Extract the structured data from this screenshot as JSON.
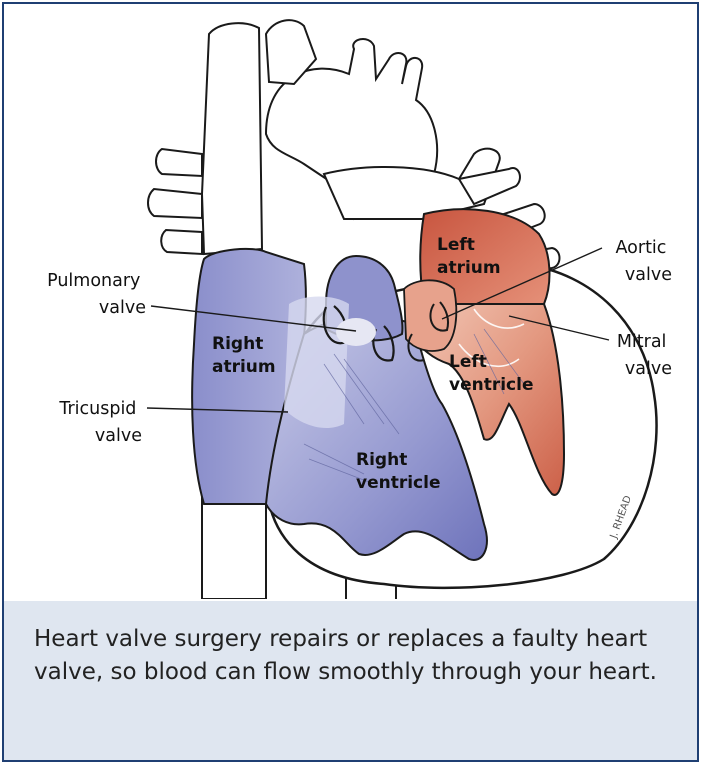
{
  "labels": {
    "pulmonary_valve": [
      "Pulmonary",
      "valve"
    ],
    "tricuspid_valve": [
      "Tricuspid",
      "valve"
    ],
    "aortic_valve": [
      "Aortic",
      "valve"
    ],
    "mitral_valve": [
      "Mitral",
      "valve"
    ],
    "right_atrium": [
      "Right",
      "atrium"
    ],
    "right_ventricle": [
      "Right",
      "ventricle"
    ],
    "left_atrium": [
      "Left",
      "atrium"
    ],
    "left_ventricle": [
      "Left",
      "ventricle"
    ]
  },
  "signature": "J. RHEAD",
  "caption": "Heart valve surgery repairs or replaces a faulty heart valve, so blood can flow smoothly through your heart.",
  "colors": {
    "frame": "#1f3f73",
    "caption_bg": "#dfe6f0",
    "right_heart": "#8e92cc",
    "left_heart": "#d46a55"
  }
}
